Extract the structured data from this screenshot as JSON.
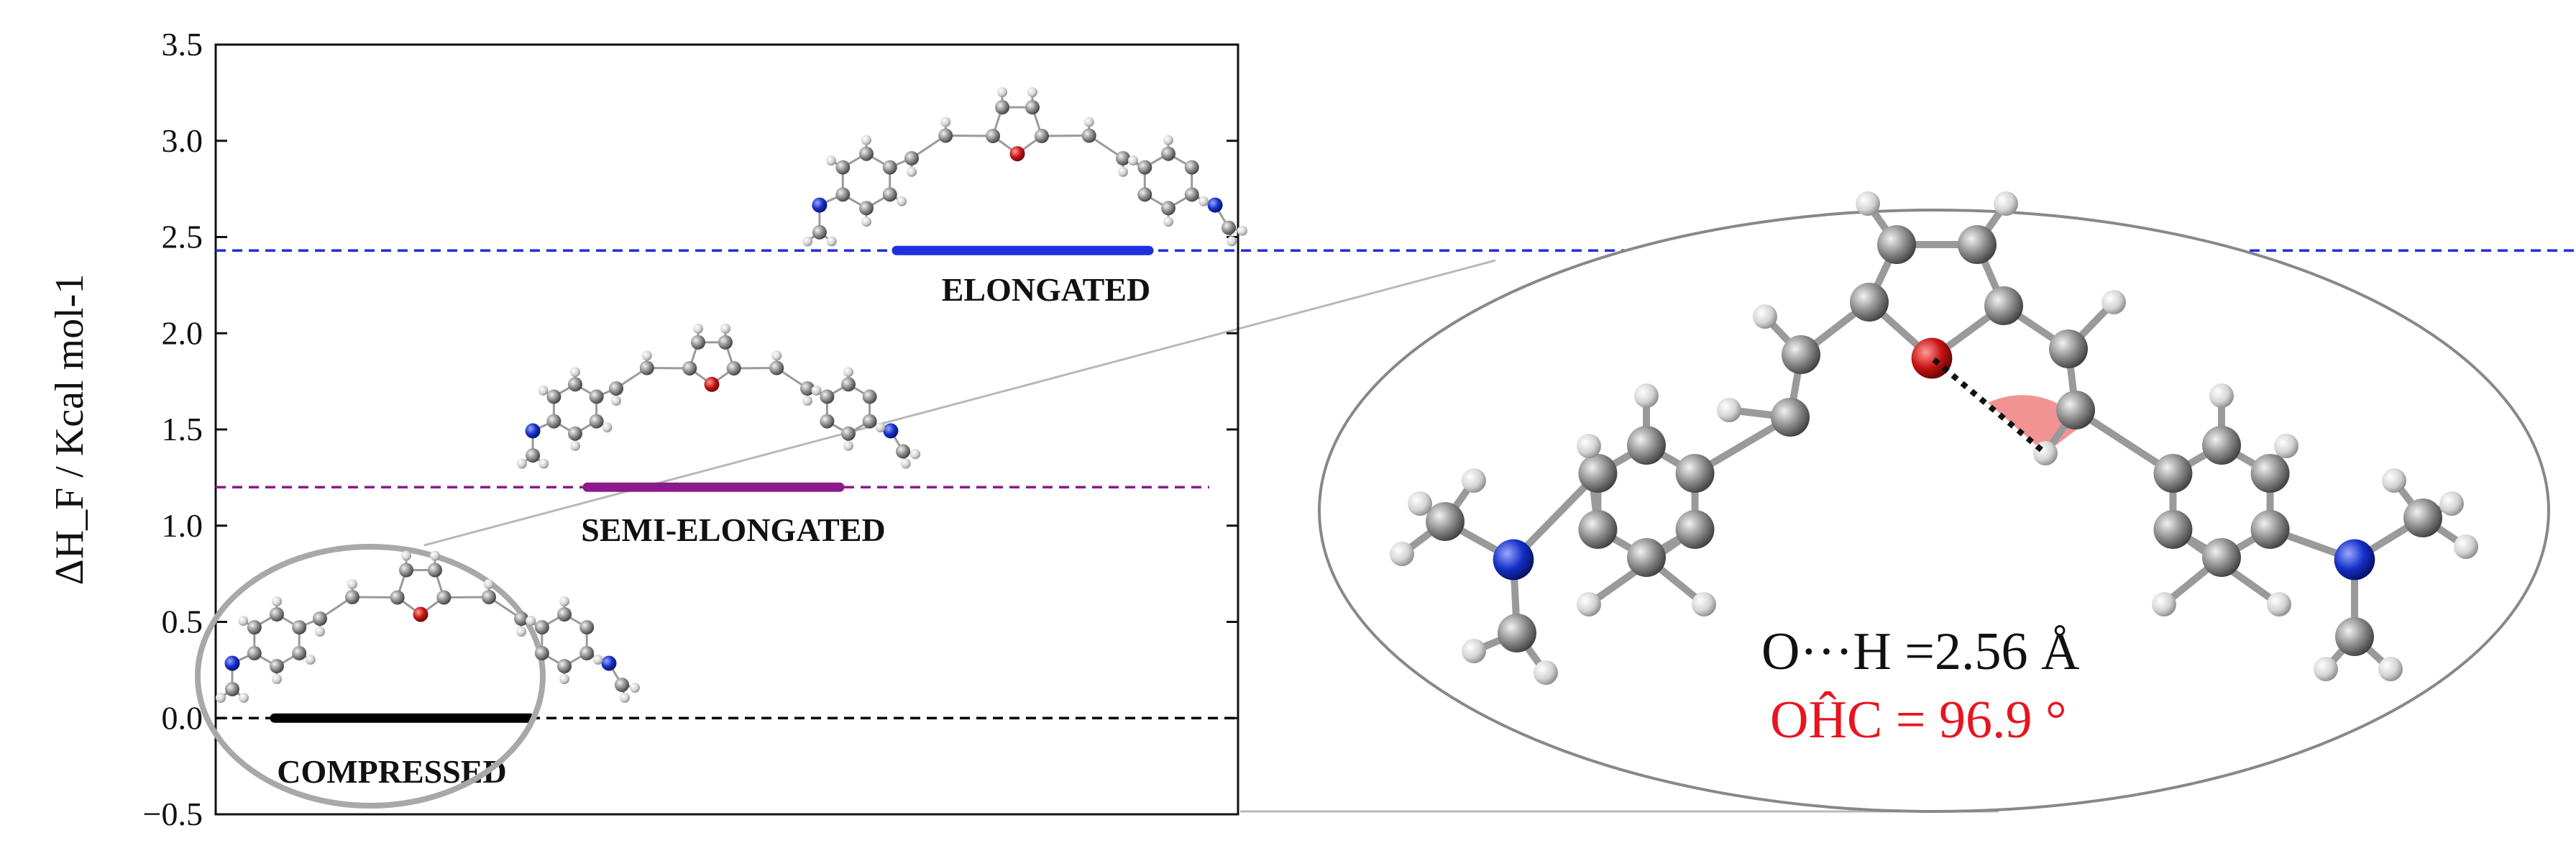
{
  "chart_data": {
    "type": "energy-level",
    "ylabel": "ΔH_F / Kcal mol-1",
    "ylim": [
      -0.5,
      3.5
    ],
    "yticks": [
      "3.5",
      "3.0",
      "2.5",
      "2.0",
      "1.5",
      "1.0",
      "0.5",
      "0.0",
      "−0.5"
    ],
    "ytick_values": [
      3.5,
      3.0,
      2.5,
      2.0,
      1.5,
      1.0,
      0.5,
      0.0,
      -0.5
    ],
    "grid": false,
    "levels": [
      {
        "name": "COMPRESSED",
        "value": 0.0,
        "color": "#000000"
      },
      {
        "name": "SEMI-ELONGATED",
        "value": 1.2,
        "color": "#8b1a8b"
      },
      {
        "name": "ELONGATED",
        "value": 2.43,
        "color": "#1f2fe0"
      }
    ]
  },
  "detail": {
    "distance_text": "O···H =2.56 Å",
    "angle_text": "OĤC = 96.9 °",
    "angle_color": "#e8141e"
  },
  "colors": {
    "carbon": "#8a8a8a",
    "hydrogen": "#d8d8d8",
    "nitrogen": "#1430c8",
    "oxygen": "#c81414",
    "highlight": "#f08080"
  }
}
